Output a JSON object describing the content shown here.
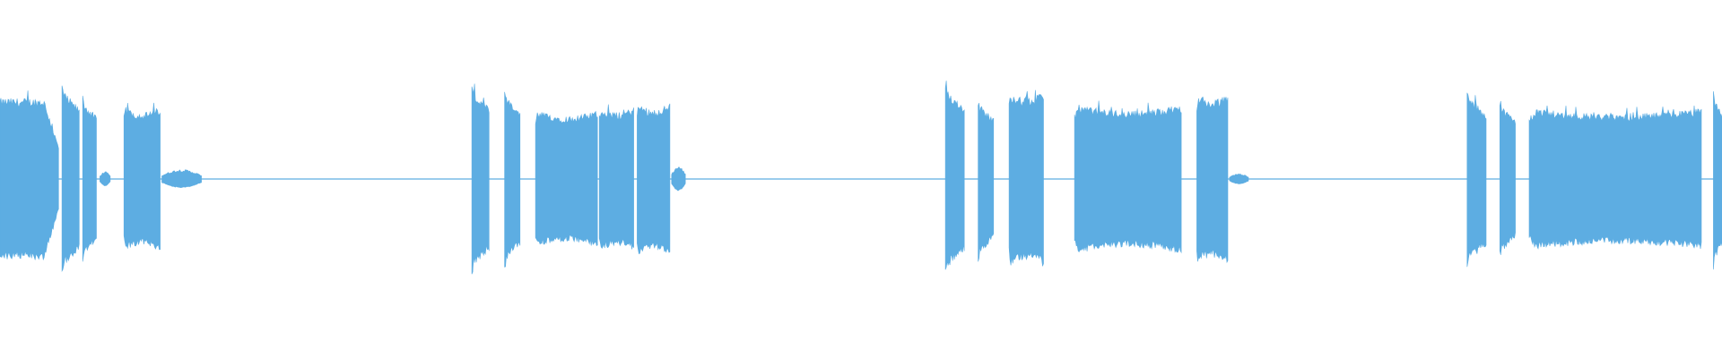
{
  "waveform": {
    "color": "#5dade2",
    "background": "#ffffff",
    "baseline_amplitude": 0.012,
    "segments": [
      {
        "start": 0.0,
        "end": 0.034,
        "level": 0.82,
        "shape": "sustain-taper"
      },
      {
        "start": 0.036,
        "end": 0.046,
        "level": 0.98,
        "shape": "burst"
      },
      {
        "start": 0.048,
        "end": 0.056,
        "level": 0.86,
        "shape": "burst"
      },
      {
        "start": 0.058,
        "end": 0.064,
        "level": 0.07,
        "shape": "tail"
      },
      {
        "start": 0.072,
        "end": 0.093,
        "level": 0.76,
        "shape": "sustain"
      },
      {
        "start": 0.094,
        "end": 0.117,
        "level": 0.09,
        "shape": "tail"
      },
      {
        "start": 0.274,
        "end": 0.284,
        "level": 0.98,
        "shape": "burst"
      },
      {
        "start": 0.293,
        "end": 0.302,
        "level": 0.92,
        "shape": "burst"
      },
      {
        "start": 0.311,
        "end": 0.347,
        "level": 0.72,
        "shape": "sustain"
      },
      {
        "start": 0.348,
        "end": 0.368,
        "level": 0.76,
        "shape": "sustain"
      },
      {
        "start": 0.37,
        "end": 0.389,
        "level": 0.8,
        "shape": "sustain"
      },
      {
        "start": 0.39,
        "end": 0.398,
        "level": 0.12,
        "shape": "tail"
      },
      {
        "start": 0.549,
        "end": 0.56,
        "level": 1.0,
        "shape": "burst"
      },
      {
        "start": 0.568,
        "end": 0.577,
        "level": 0.84,
        "shape": "burst"
      },
      {
        "start": 0.586,
        "end": 0.606,
        "level": 0.92,
        "shape": "sustain"
      },
      {
        "start": 0.624,
        "end": 0.686,
        "level": 0.78,
        "shape": "sustain"
      },
      {
        "start": 0.695,
        "end": 0.713,
        "level": 0.9,
        "shape": "sustain"
      },
      {
        "start": 0.714,
        "end": 0.725,
        "level": 0.05,
        "shape": "tail"
      },
      {
        "start": 0.852,
        "end": 0.863,
        "level": 0.92,
        "shape": "burst"
      },
      {
        "start": 0.871,
        "end": 0.88,
        "level": 0.82,
        "shape": "burst"
      },
      {
        "start": 0.888,
        "end": 0.988,
        "level": 0.74,
        "shape": "sustain"
      },
      {
        "start": 0.995,
        "end": 1.0,
        "level": 0.92,
        "shape": "burst"
      }
    ]
  }
}
